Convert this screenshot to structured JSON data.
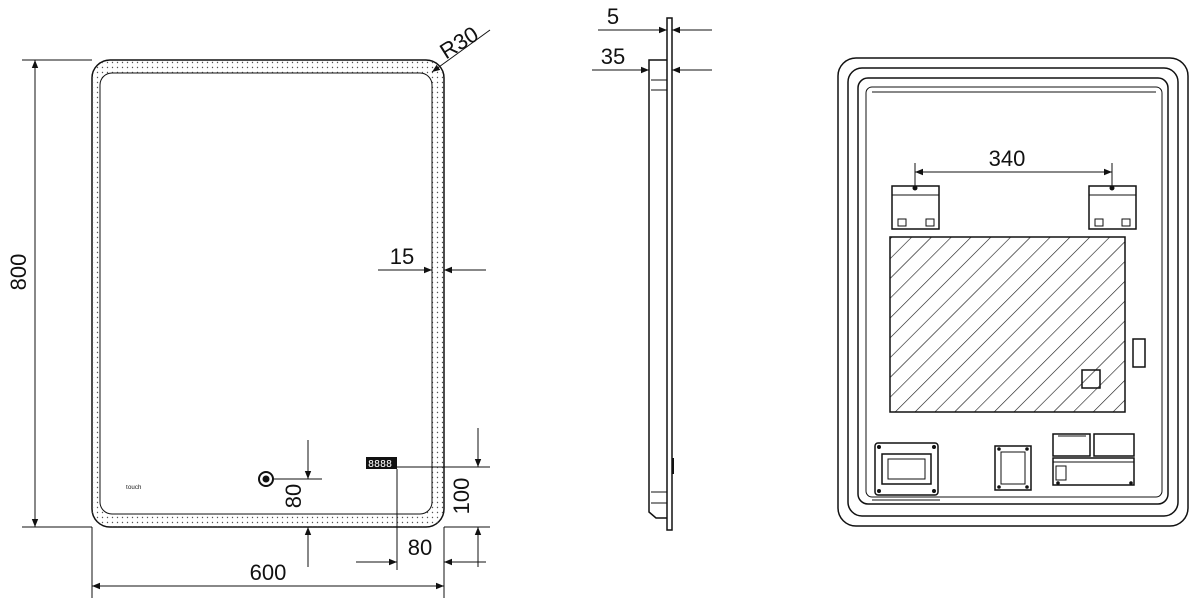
{
  "front_view": {
    "width_dim": "600",
    "height_dim": "800",
    "corner_radius_dim": "R30",
    "led_strip_dim": "15",
    "touch_button_offset_dim": "80",
    "display_height_dim": "100",
    "display_offset_dim": "80",
    "logo_text": "ᵗᵒᵘᶜʰ"
  },
  "side_view": {
    "glass_thickness_dim": "5",
    "total_depth_dim": "35"
  },
  "back_view": {
    "bracket_spacing_dim": "340"
  },
  "colors": {
    "line": "#111111",
    "background": "#ffffff"
  }
}
